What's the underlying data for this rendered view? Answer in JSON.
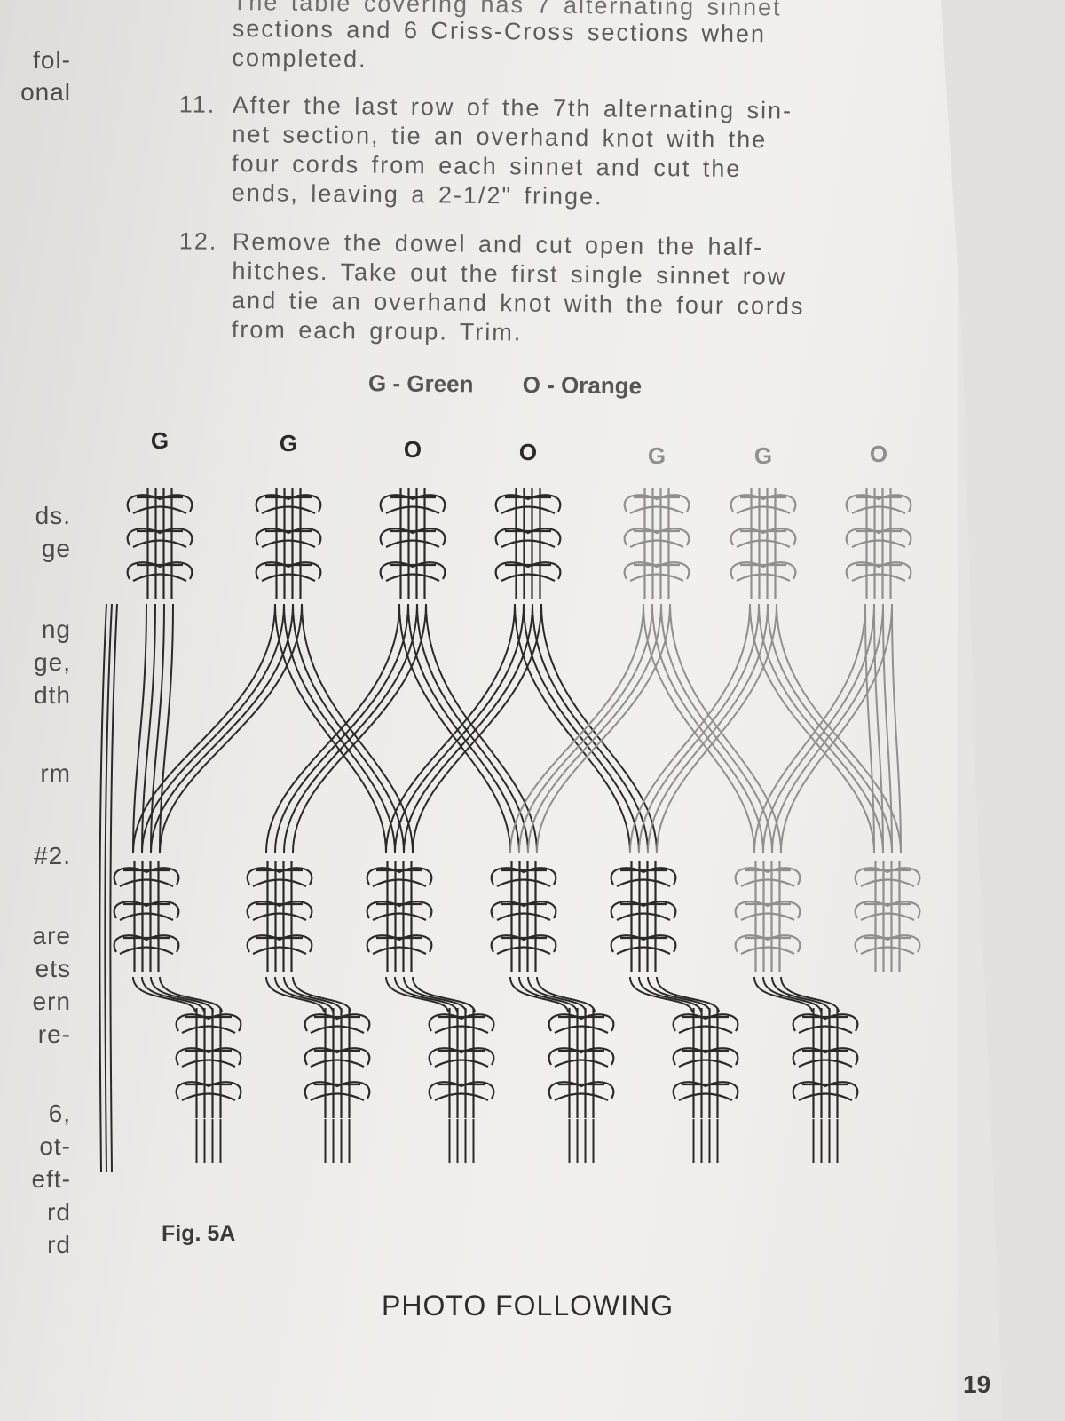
{
  "top_partial_line": "The table covering has 7 alternating sinnet",
  "left_column_fragments": [
    "fol-",
    "onal",
    "ds.",
    "ge",
    "ng",
    "ge,",
    "dth",
    "rm",
    "#2.",
    "are",
    "ets",
    "ern",
    "re-",
    "6,",
    "ot-",
    "eft-",
    "rd",
    "rd"
  ],
  "steps": [
    {
      "number": "",
      "lines": [
        "sections and 6 Criss-Cross sections when",
        "completed."
      ]
    },
    {
      "number": "11.",
      "lines": [
        "After the last row of the 7th alternating sin-",
        "net section, tie an overhand knot with the",
        "four cords from each sinnet and cut the",
        "ends, leaving a 2-1/2\" fringe."
      ]
    },
    {
      "number": "12.",
      "lines": [
        "Remove the dowel and cut open the half-",
        "hitches. Take out the first single sinnet row",
        "and tie an overhand knot with the four cords",
        "from each group. Trim."
      ]
    }
  ],
  "legend": {
    "green": "G - Green",
    "orange": "O - Orange"
  },
  "figure": {
    "column_labels": [
      "G",
      "G",
      "O",
      "O",
      "G",
      "G",
      "O"
    ],
    "caption": "Fig. 5A",
    "line_color": "#2a2a2a",
    "faded_line_color": "#8f8f8f"
  },
  "photo_following": "PHOTO FOLLOWING",
  "page_number": "19"
}
